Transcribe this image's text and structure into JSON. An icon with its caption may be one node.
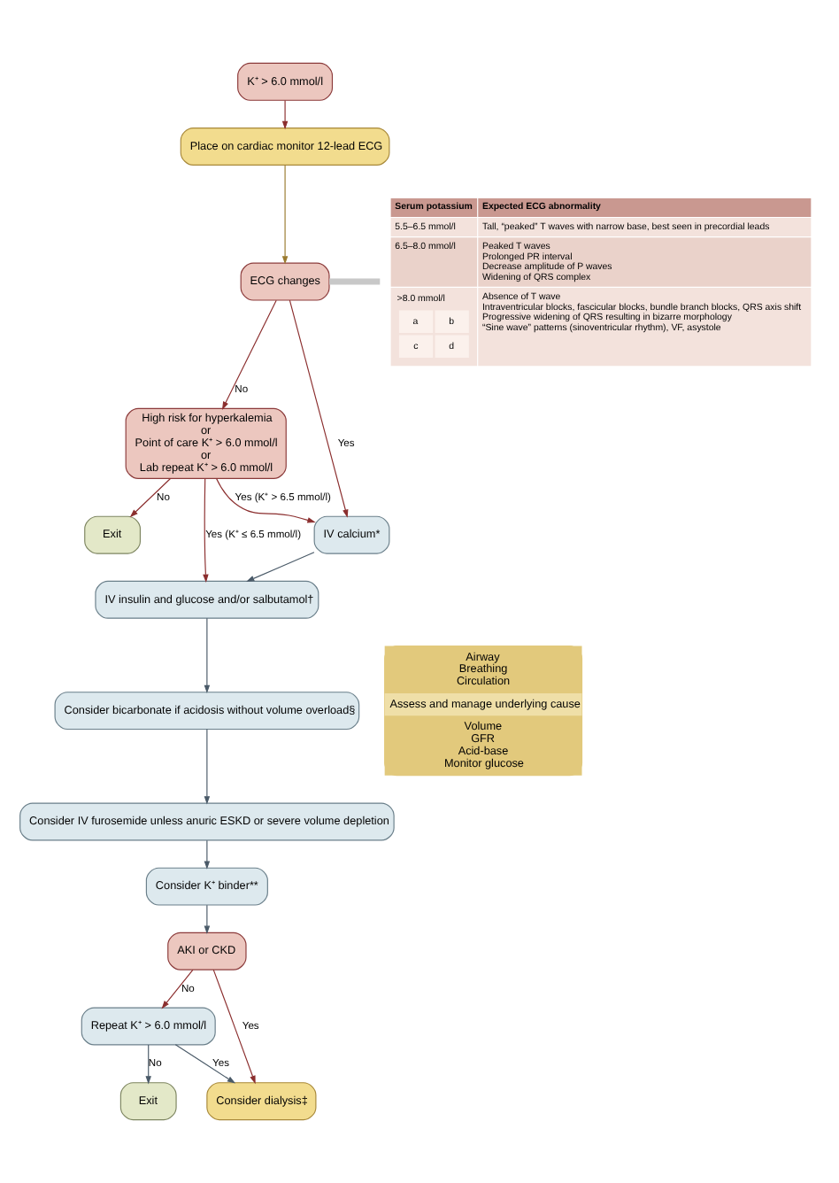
{
  "diagram": {
    "nodes": [
      {
        "text": [
          "K⁺ > 6.0 mmol/l"
        ]
      },
      {
        "text": [
          "Place on cardiac monitor 12-lead ECG"
        ]
      },
      {
        "text": [
          "ECG changes"
        ]
      },
      {
        "text": [
          "Serum potassium",
          "Expected ECG abnormality",
          "5.5–6.5 mmol/l",
          "Tall, “peaked” T waves with narrow base, best seen in precordial leads",
          "6.5–8.0 mmol/l",
          "Peaked T waves",
          "Prolonged PR interval",
          "Decrease amplitude of P waves",
          "Widening of QRS complex",
          ">8.0 mmol/l",
          "a",
          "b",
          "c",
          "d",
          "Absence of T wave",
          "Intraventricular blocks, fascicular blocks, bundle branch blocks, QRS axis shift",
          "Progressive widening of QRS resulting in bizarre morphology",
          "“Sine wave” patterns (sinoventricular rhythm), VF, asystole"
        ]
      },
      {
        "text": [
          "High risk for hyperkalemia",
          "or",
          "Point of care K⁺ > 6.0 mmol/l",
          "or",
          "Lab repeat K⁺ > 6.0 mmol/l"
        ]
      },
      {
        "text": [
          "Exit"
        ]
      },
      {
        "text": [
          "IV calcium*"
        ]
      },
      {
        "text": [
          "IV insulin and glucose and/or salbutamol†"
        ]
      },
      {
        "text": [
          "Consider bicarbonate if acidosis without volume overload§"
        ]
      },
      {
        "text": [
          "Consider IV furosemide unless anuric ESKD or severe volume depletion"
        ]
      },
      {
        "text": [
          "Consider K⁺ binder**"
        ]
      },
      {
        "text": [
          "AKI or CKD"
        ]
      },
      {
        "text": [
          "Repeat K⁺ > 6.0 mmol/l"
        ]
      },
      {
        "text": [
          "Exit"
        ]
      },
      {
        "text": [
          "Consider dialysis‡"
        ]
      },
      {
        "text": [
          "Airway",
          "Breathing",
          "Circulation",
          "Assess and manage underlying cause",
          "Volume",
          "GFR",
          "Acid-base",
          "Monitor glucose"
        ]
      }
    ],
    "edges": [
      {
        "from": 0,
        "to": 1,
        "arrow": "to"
      },
      {
        "from": 1,
        "to": 2,
        "arrow": "to",
        "color": "#9a7a2e"
      },
      {
        "from": 2,
        "to": 3,
        "arrow": "none",
        "style": "thick",
        "color": "#c8c8c8"
      },
      {
        "from": 2,
        "to": 4,
        "arrow": "to",
        "label": "No"
      },
      {
        "from": 2,
        "to": 6,
        "arrow": "to",
        "label": "Yes"
      },
      {
        "from": 4,
        "to": 5,
        "arrow": "to",
        "label": "No"
      },
      {
        "from": 4,
        "to": 7,
        "arrow": "to",
        "label": "Yes (K⁺ ≤ 6.5 mmol/l)"
      },
      {
        "from": 4,
        "to": 6,
        "arrow": "to",
        "label": "Yes (K⁺ > 6.5 mmol/l)"
      },
      {
        "from": 6,
        "to": 7,
        "arrow": "to",
        "color": "#4a5a68"
      },
      {
        "from": 7,
        "to": 8,
        "arrow": "to",
        "color": "#4a5a68"
      },
      {
        "from": 8,
        "to": 9,
        "arrow": "to",
        "color": "#4a5a68"
      },
      {
        "from": 9,
        "to": 10,
        "arrow": "to",
        "color": "#4a5a68"
      },
      {
        "from": 10,
        "to": 11,
        "arrow": "to",
        "color": "#4a5a68"
      },
      {
        "from": 11,
        "to": 12,
        "arrow": "to",
        "label": "No"
      },
      {
        "from": 11,
        "to": 14,
        "arrow": "to",
        "label": "Yes"
      },
      {
        "from": 12,
        "to": 13,
        "arrow": "to",
        "label": "No",
        "color": "#4a5a68"
      },
      {
        "from": 12,
        "to": 14,
        "arrow": "to",
        "label": "Yes",
        "color": "#4a5a68"
      }
    ]
  }
}
